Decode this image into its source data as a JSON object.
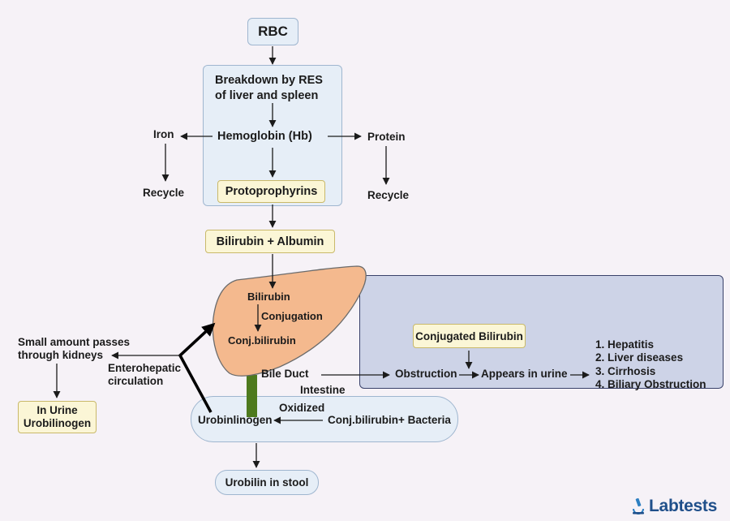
{
  "nodes": {
    "rbc": "RBC",
    "res": "Breakdown by RES of liver and spleen",
    "hemoglobin": "Hemoglobin (Hb)",
    "iron": "Iron",
    "protein": "Protein",
    "recycle_left": "Recycle",
    "recycle_right": "Recycle",
    "protoporphyrins": "Protoprophyrins",
    "bilirubin_albumin": "Bilirubin + Albumin",
    "bilirubin": "Bilirubin",
    "conjugation": "Conjugation",
    "conj_bilirubin": "Conj.bilirubin",
    "bile_duct": "Bile Duct",
    "intestine": "Intestine",
    "oxidized": "Oxidized",
    "urobilinogen": "Urobinlinogen",
    "conj_bacteria": "Conj.bilirubin+ Bacteria",
    "urobilin_stool": "Urobilin in stool",
    "small_amount_1": "Small amount passes",
    "small_amount_2": "through kidneys",
    "enterohepatic_1": "Enterohepatic",
    "enterohepatic_2": "circulation",
    "in_urine_1": "In Urine",
    "in_urine_2": "Urobilinogen",
    "conjugated_bilirubin": "Conjugated Bilirubin",
    "obstruction": "Obstruction",
    "appears_in_urine": "Appears in urine"
  },
  "diseases": [
    "1.  Hepatitis",
    "2.  Liver diseases",
    "3.  Cirrhosis",
    "4.  Biliary Obstruction"
  ],
  "brand": "Labtests",
  "icons": {
    "brand": "microscope-icon"
  },
  "colors": {
    "liver_fill": "#f4b98e",
    "liver_stroke": "#6b6b6b",
    "bile_duct": "#4e7a1e",
    "panel_fill": "#cdd3e7",
    "panel_stroke": "#39416a",
    "blue_box": "#e6eef7",
    "yellow_box": "#fbf6d6",
    "brand": "#1f4f8a"
  }
}
